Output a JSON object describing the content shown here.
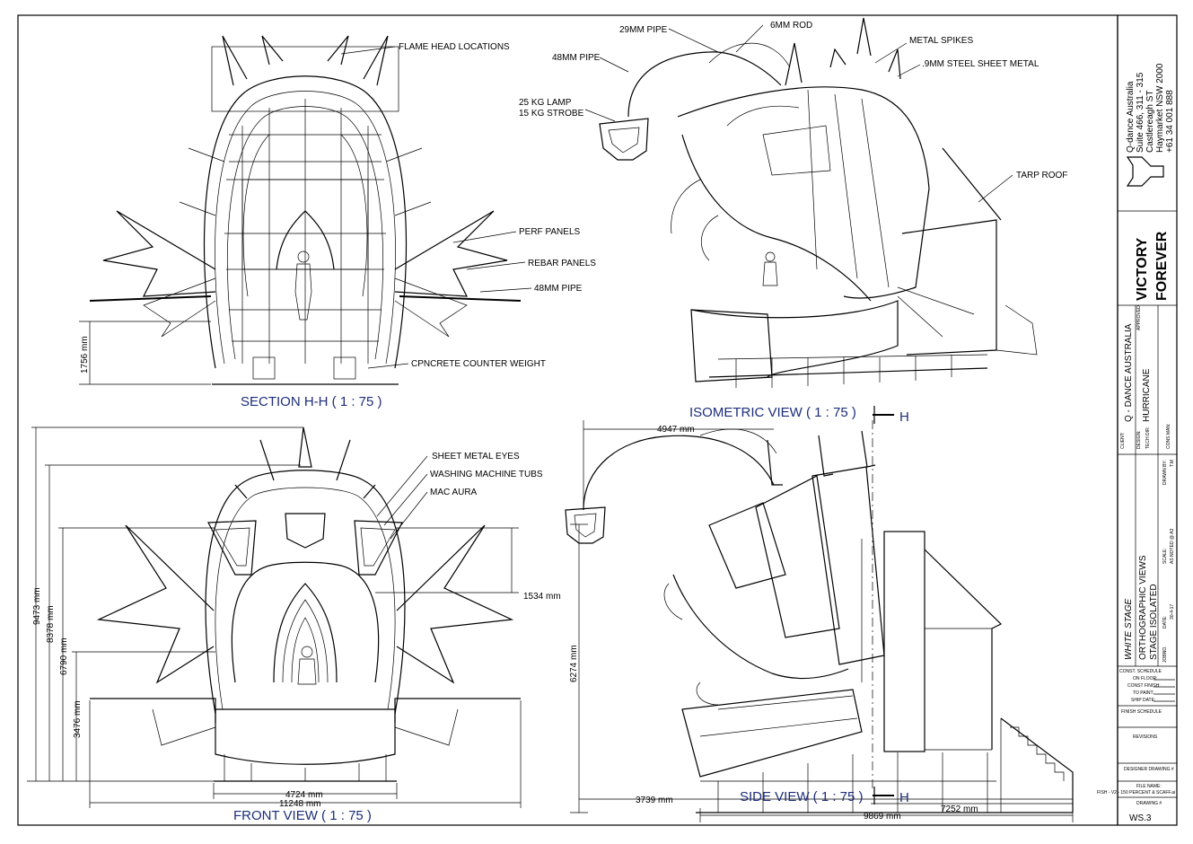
{
  "views": {
    "section": {
      "title": "SECTION H-H ( 1 : 75 )"
    },
    "isometric": {
      "title": "ISOMETRIC VIEW ( 1 : 75 )",
      "marker": "H"
    },
    "front": {
      "title": "FRONT VIEW ( 1 : 75 )"
    },
    "side": {
      "title": "SIDE VIEW ( 1 : 75 )",
      "marker": "H"
    }
  },
  "labels": {
    "flame_head": "FLAME HEAD LOCATIONS",
    "perf_panels": "PERF PANELS",
    "rebar_panels": "REBAR PANELS",
    "pipe_48_section": "48MM PIPE",
    "counter_weight": "CPNCRETE COUNTER WEIGHT",
    "pipe_29": "29MM PIPE",
    "rod_6": "6MM ROD",
    "metal_spikes": "METAL SPIKES",
    "steel_sheet": ".9MM STEEL SHEET METAL",
    "pipe_48_iso": "48MM PIPE",
    "lamp": "25 KG LAMP",
    "strobe": "15 KG STROBE",
    "tarp_roof": "TARP ROOF",
    "sheet_metal_eyes": "SHEET METAL EYES",
    "washing_tubs": "WASHING MACHINE TUBS",
    "mac_aura": "MAC AURA"
  },
  "dimensions": {
    "section_height": "1756 mm",
    "front_9473": "9473 mm",
    "front_8378": "8378 mm",
    "front_6790": "6790 mm",
    "front_3476": "3476 mm",
    "front_1534": "1534 mm",
    "front_4724": "4724 mm",
    "front_11248": "11248 mm",
    "side_4947": "4947 mm",
    "side_6274": "6274 mm",
    "side_3739": "3739 mm",
    "side_7252": "7252 mm",
    "side_9869": "9869 mm"
  },
  "title_block": {
    "company_lines": [
      "Q-dance Australia",
      "Suite 466, 311 - 315",
      "Castlereagh ST",
      "Haymarket NSW 2000",
      "+61 34 001 888"
    ],
    "brand": [
      "VICTORY",
      "FOREVER"
    ],
    "approved_label": "APPROVED",
    "client_label": "CLIENT:",
    "client": "Q - DANCE AUSTRALIA",
    "design_label": "DESIGN:",
    "design": "HURRICANE",
    "tech_label": "TECH DIR:",
    "cons_label": "CONS MAN:",
    "stage": "WHITE STAGE",
    "drawing_title": [
      "ORTHOGRAPHIC VIEWS",
      "STAGE ISOLATED"
    ],
    "drawn_by_label": "DRAWN BY:",
    "drawn_by": "T.M",
    "scale_label": "SCALE:",
    "scale": "AS NOTED @ A3",
    "date_label": "DATE:",
    "date": "30-4-17",
    "jobno_label": "JOBNO.",
    "const_schedule": "CONST. SCHEDULE",
    "sched_on_floor": "ON FLOOR:",
    "sched_const_finish": "CONST FINISH:",
    "sched_to_paint": "TO PAINT:",
    "sched_ship_date": "SHIP DATE:",
    "finish_schedule": "FINISH SCHEDULE",
    "revisions": "REVISIONS",
    "designer_drawing": "DESIGNER DRAWING #",
    "file_name_label": "FILE NAME:",
    "file_name": "FISH - V2 - 150 PERCENT & SCAFF.ai",
    "drawing_no_label": "DRAWING #",
    "drawing_no": "WS.3"
  }
}
